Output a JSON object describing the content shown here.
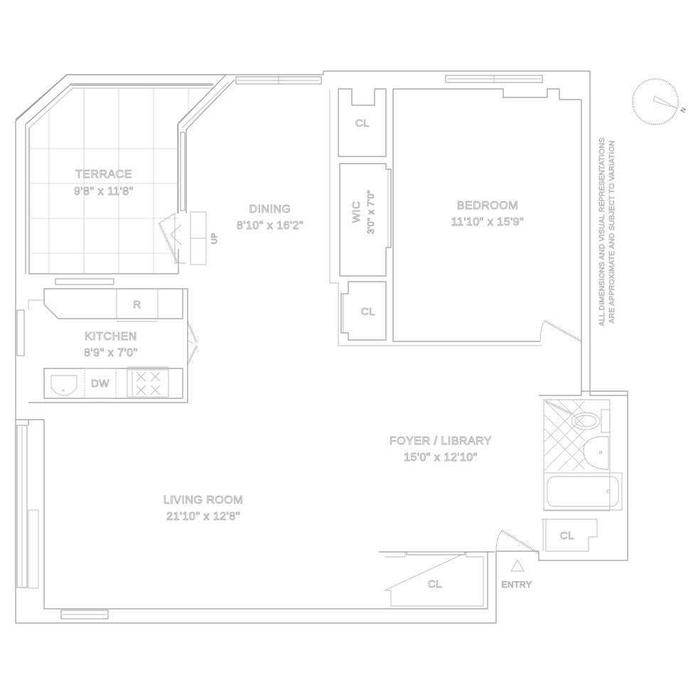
{
  "floor_plan": {
    "rooms": [
      {
        "id": "terrace",
        "name": "TERRACE",
        "dims": "9'8\" x 11'8\""
      },
      {
        "id": "dining",
        "name": "DINING",
        "dims": "8'10\" x 16'2\""
      },
      {
        "id": "bedroom",
        "name": "BEDROOM",
        "dims": "11'10\" x 15'9\""
      },
      {
        "id": "wic",
        "name": "WIC",
        "dims": "3'0\" x 7'0\""
      },
      {
        "id": "kitchen",
        "name": "KITCHEN",
        "dims": "8'9\" x 7'0\""
      },
      {
        "id": "foyer_library",
        "name": "FOYER / LIBRARY",
        "dims": "15'0\" x 12'10\""
      },
      {
        "id": "living_room",
        "name": "LIVING ROOM",
        "dims": "21'10\" x 12'8\""
      }
    ],
    "closets": {
      "cl_top": "CL",
      "cl_lower": "CL",
      "cl_bath": "CL",
      "cl_entry": "CL"
    },
    "appliances": {
      "refrigerator": "R",
      "dishwasher": "DW"
    },
    "stair_label": "UP",
    "entry_label": "ENTRY",
    "disclaimer": {
      "line1": "ALL DIMENSIONS AND VISUAL REPRESENTATIONS",
      "line2": "ARE APPROXIMATE AND SUBJECT TO VARIATION"
    },
    "compass": {
      "north_label": "N",
      "icon": "compass-rose-icon"
    },
    "colors": {
      "line": "#9a9a9a",
      "background": "#ffffff"
    }
  }
}
